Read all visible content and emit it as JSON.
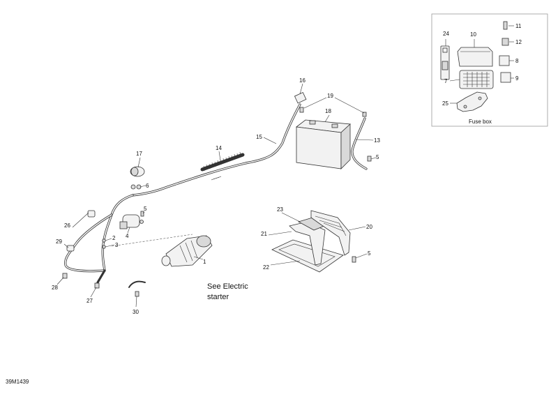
{
  "callouts": {
    "c1": "1",
    "c2": "2",
    "c3": "3",
    "c4": "4",
    "c5a": "5",
    "c5b": "5",
    "c5c": "5",
    "c6": "6",
    "c7": "7",
    "c8": "8",
    "c9": "9",
    "c10": "10",
    "c11": "11",
    "c12": "12",
    "c13": "13",
    "c14": "14",
    "c15": "15",
    "c16": "16",
    "c17": "17",
    "c18": "18",
    "c19": "19",
    "c20": "20",
    "c21": "21",
    "c22": "22",
    "c23": "23",
    "c24": "24",
    "c25": "25",
    "c26": "26",
    "c27": "27",
    "c28": "28",
    "c29": "29",
    "c30": "30"
  },
  "note": {
    "line1": "See Electric",
    "line2": "starter"
  },
  "inset": {
    "caption": "Fuse box"
  },
  "drawing_code": "39M1439"
}
